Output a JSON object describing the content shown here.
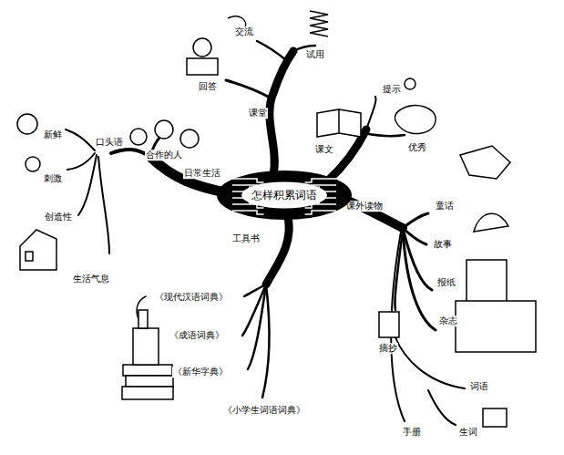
{
  "diagram": {
    "nodes": [
      {
        "text": [
          "怎样积累词语"
        ]
      }
    ],
    "labels": [
      "日常生活",
      "口头语",
      "新鲜",
      "刺激",
      "创造性",
      "生活气息",
      "合作的人",
      "课堂",
      "回答",
      "交流",
      "试用",
      "课文",
      "优秀",
      "提示",
      "课外读物",
      "童话",
      "故事",
      "报纸",
      "杂志",
      "摘抄",
      "词语",
      "手册",
      "生词",
      "工具书",
      "《现代汉语词典》",
      "《成语词典》",
      "《新华字典》",
      "《小学生词语词典》"
    ]
  }
}
